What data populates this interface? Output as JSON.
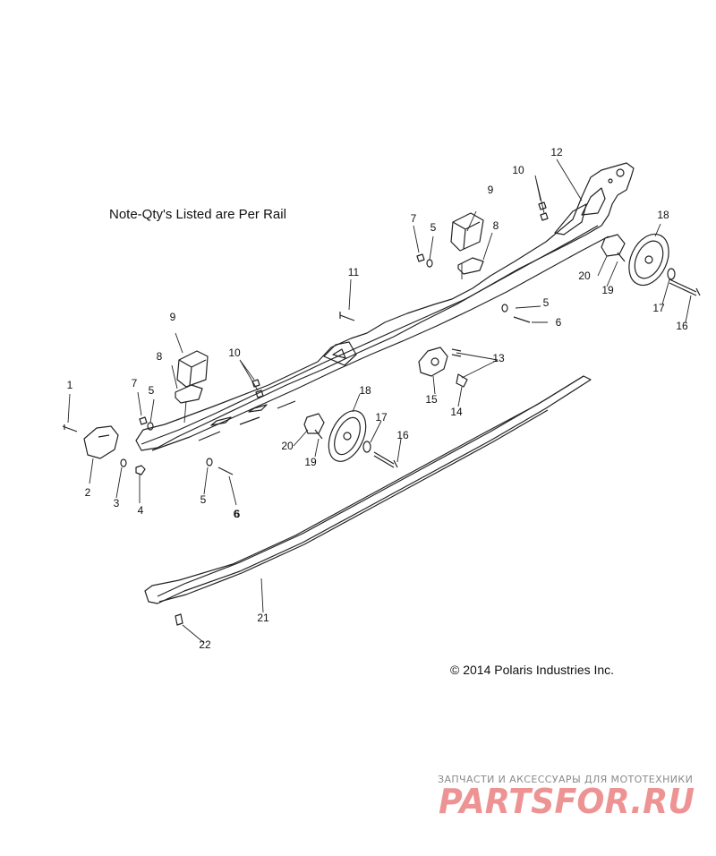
{
  "note": "Note-Qty's Listed are Per Rail",
  "copyright": "© 2014 Polaris Industries Inc.",
  "watermark": {
    "tagline": "ЗАПЧАСТИ И АКСЕССУАРЫ ДЛЯ МОТОТЕХНИКИ",
    "logo_text": "PARTSFOR.RU",
    "logo_color": "#e03c3c"
  },
  "callouts": [
    {
      "label": "1"
    },
    {
      "label": "2"
    },
    {
      "label": "3"
    },
    {
      "label": "4"
    },
    {
      "label": "5"
    },
    {
      "label": "6"
    },
    {
      "label": "7"
    },
    {
      "label": "8"
    },
    {
      "label": "9"
    },
    {
      "label": "10"
    },
    {
      "label": "5"
    },
    {
      "label": "6"
    },
    {
      "label": "11"
    },
    {
      "label": "9"
    },
    {
      "label": "8"
    },
    {
      "label": "7"
    },
    {
      "label": "5"
    },
    {
      "label": "10"
    },
    {
      "label": "12"
    },
    {
      "label": "18"
    },
    {
      "label": "20"
    },
    {
      "label": "19"
    },
    {
      "label": "17"
    },
    {
      "label": "16"
    },
    {
      "label": "5"
    },
    {
      "label": "6"
    },
    {
      "label": "13"
    },
    {
      "label": "15"
    },
    {
      "label": "14"
    },
    {
      "label": "18"
    },
    {
      "label": "17"
    },
    {
      "label": "16"
    },
    {
      "label": "20"
    },
    {
      "label": "19"
    },
    {
      "label": "21"
    },
    {
      "label": "22"
    }
  ]
}
